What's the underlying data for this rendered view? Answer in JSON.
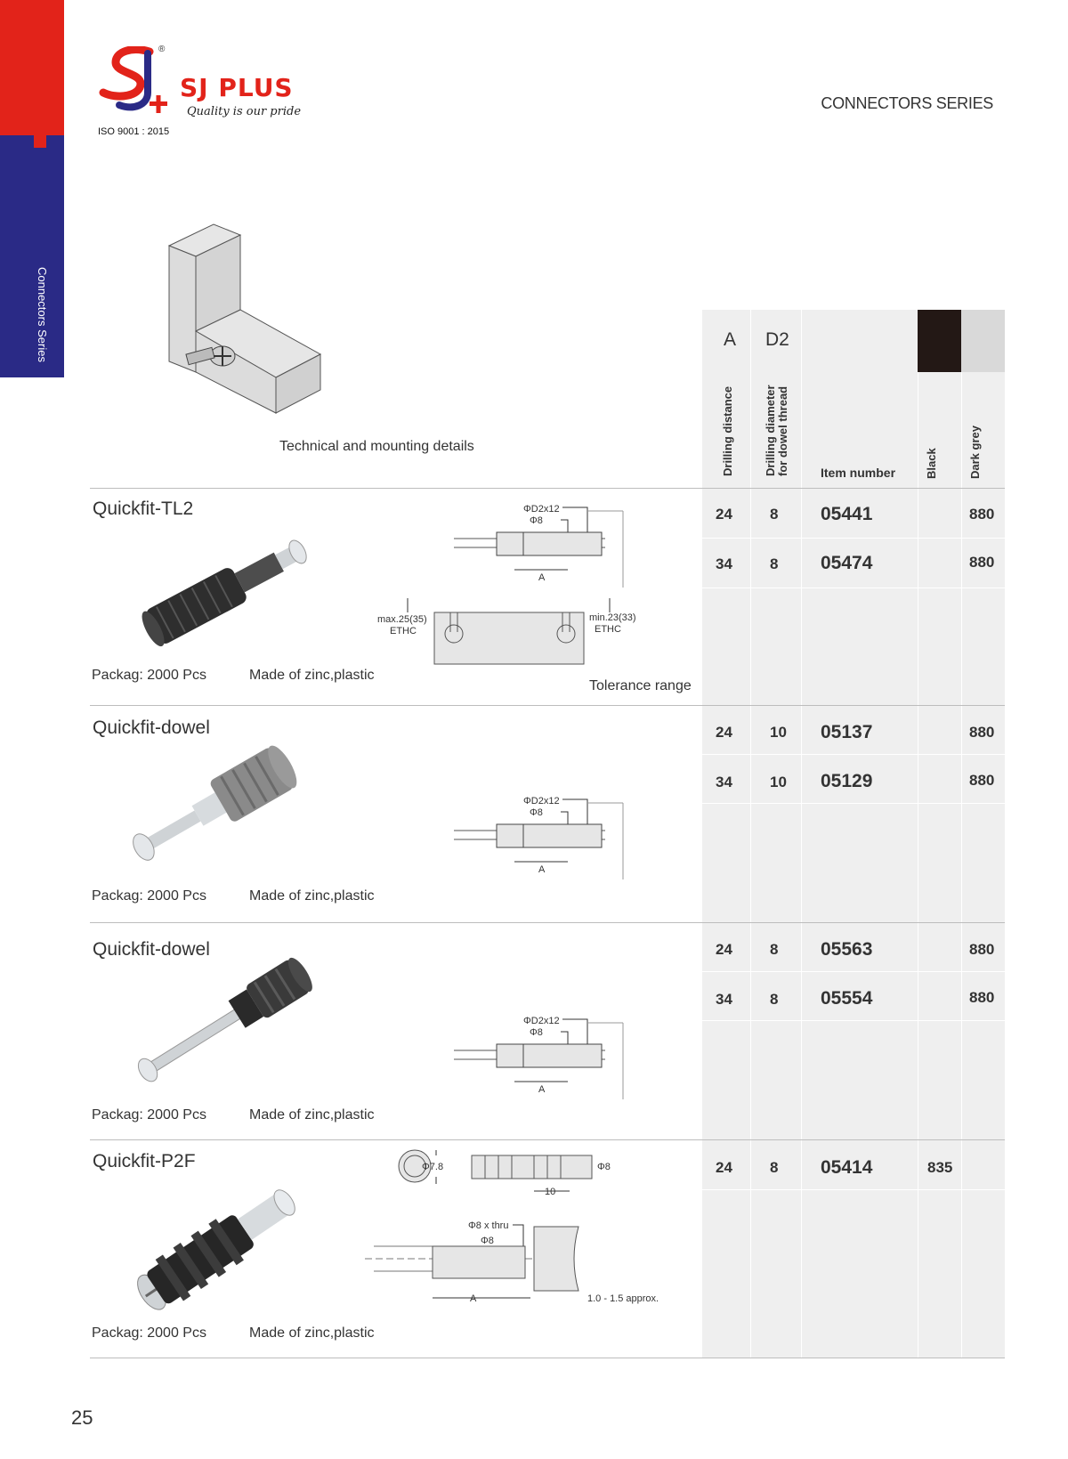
{
  "sidebar": {
    "label": "Connectors Series"
  },
  "brand": {
    "name": "SJ PLUS",
    "tagline": "Quality is our pride",
    "registered": "®",
    "iso": "ISO 9001 : 2015"
  },
  "header": {
    "series_title": "CONNECTORS SERIES"
  },
  "columns": {
    "a_symbol": "A",
    "d2_symbol": "D2",
    "drilling_distance": "Drilling distance",
    "drill_dia_line1": "Drilling diameter",
    "drill_dia_line2": "for dowel thread",
    "item_number": "Item number",
    "black": "Black",
    "dark_grey": "Dark grey"
  },
  "mounting": {
    "caption": "Technical and mounting details"
  },
  "products": [
    {
      "name": "Quickfit-TL2",
      "package": "Packag: 2000 Pcs",
      "material": "Made of zinc,plastic",
      "tolerance": "Tolerance range",
      "rows": [
        {
          "a": "24",
          "d2": "8",
          "item": "05441",
          "black": "",
          "dark_grey": "880"
        },
        {
          "a": "34",
          "d2": "8",
          "item": "05474",
          "black": "",
          "dark_grey": "880"
        }
      ]
    },
    {
      "name": "Quickfit-dowel",
      "package": "Packag: 2000 Pcs",
      "material": "Made of zinc,plastic",
      "rows": [
        {
          "a": "24",
          "d2": "10",
          "item": "05137",
          "black": "",
          "dark_grey": "880"
        },
        {
          "a": "34",
          "d2": "10",
          "item": "05129",
          "black": "",
          "dark_grey": "880"
        }
      ]
    },
    {
      "name": "Quickfit-dowel",
      "package": "Packag: 2000 Pcs",
      "material": "Made of zinc,plastic",
      "rows": [
        {
          "a": "24",
          "d2": "8",
          "item": "05563",
          "black": "",
          "dark_grey": "880"
        },
        {
          "a": "34",
          "d2": "8",
          "item": "05554",
          "black": "",
          "dark_grey": "880"
        }
      ]
    },
    {
      "name": "Quickfit-P2F",
      "package": "Packag: 2000 Pcs",
      "material": "Made of zinc,plastic",
      "rows": [
        {
          "a": "24",
          "d2": "8",
          "item": "05414",
          "black": "835",
          "dark_grey": ""
        }
      ]
    }
  ],
  "drawing_labels": {
    "d2x12": "ΦD2x12",
    "phi8": "Φ8",
    "a": "A",
    "max": "max.25(35)",
    "min": "min.23(33)",
    "ethc": "ETHC",
    "phi78": "Φ7.8",
    "ten": "10",
    "phi8thru": "Φ8 x thru",
    "approx": "1.0 - 1.5 approx."
  },
  "page_number": "25",
  "colors": {
    "red": "#e2231a",
    "navy": "#2a2a86",
    "table_bg": "#efefef",
    "black_swatch": "#231815",
    "grey_swatch": "#d9d9d9"
  }
}
